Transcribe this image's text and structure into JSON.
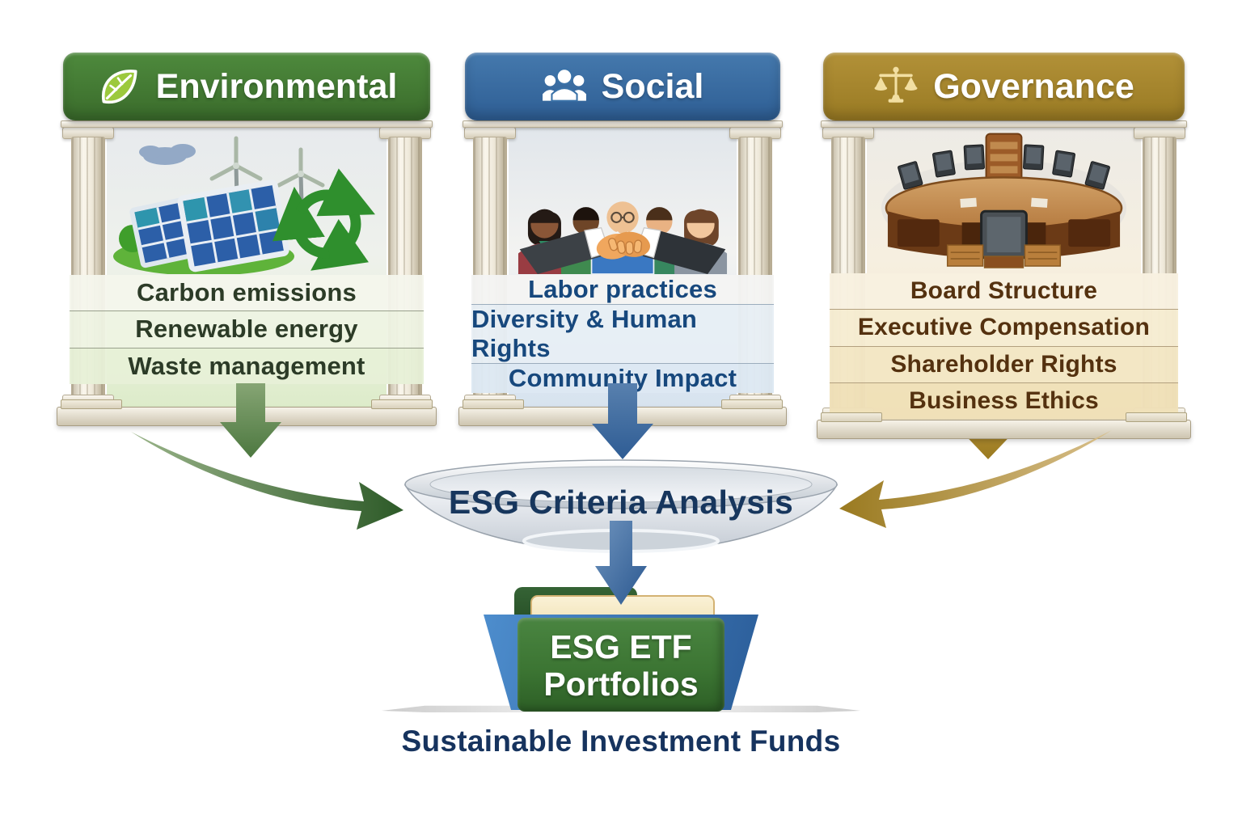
{
  "diagram": {
    "pillars": [
      {
        "title": "Environmental",
        "icon": "leaf-icon",
        "header_color": "#3f7330",
        "text_color": "#2c3b27",
        "items": [
          "Carbon emissions",
          "Renewable energy",
          "Waste management"
        ]
      },
      {
        "title": "Social",
        "icon": "people-icon",
        "header_color": "#3a72a8",
        "text_color": "#17487d",
        "items": [
          "Labor practices",
          "Diversity & Human Rights",
          "Community Impact"
        ]
      },
      {
        "title": "Governance",
        "icon": "scales-icon",
        "header_color": "#a8872b",
        "text_color": "#54310f",
        "items": [
          "Board Structure",
          "Executive Compensation",
          "Shareholder Rights",
          "Business Ethics"
        ]
      }
    ],
    "funnel": {
      "label": "ESG Criteria Analysis",
      "text_color": "#17365d"
    },
    "folder": {
      "line1": "ESG ETF",
      "line2": "Portfolios",
      "front_color": "#3c7533",
      "back_color": "#2b5d99"
    },
    "caption": "Sustainable Investment Funds",
    "arrow_colors": {
      "environmental": "#4c7a3f",
      "social": "#2e5c94",
      "governance": "#9c7c22"
    }
  }
}
